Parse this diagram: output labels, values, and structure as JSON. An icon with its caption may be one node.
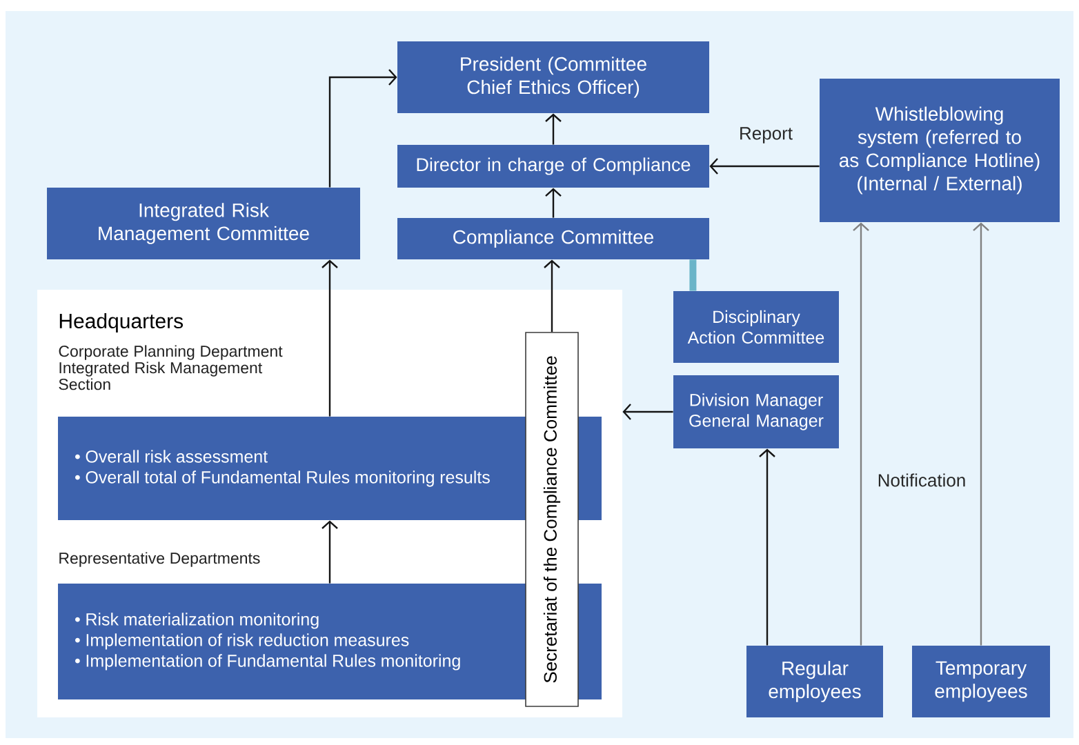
{
  "diagram": {
    "nodes": [
      {
        "text": [
          "President (Committee Chief Ethics Officer)"
        ]
      },
      {
        "text": [
          "Director in charge of Compliance"
        ]
      },
      {
        "text": [
          "Whistleblowing system (referred to as Compliance Hotline) (Internal / External)"
        ]
      },
      {
        "text": [
          "Integrated Risk Management Committee"
        ]
      },
      {
        "text": [
          "Compliance Committee"
        ]
      },
      {
        "text": [
          "Headquarters"
        ]
      },
      {
        "text": [
          "• Overall risk assessment",
          "• Overall total of Fundamental Rules monitoring results"
        ],
        "in": 5,
        "beside": [
          "Corporate Planning Department Integrated Risk Management Section"
        ]
      },
      {
        "text": [
          "• Risk materialization monitoring",
          "• Implementation of risk reduction measures",
          "• Implementation of Fundamental Rules monitoring"
        ],
        "in": 5,
        "beside": [
          "Representative Departments"
        ]
      },
      {
        "text": [
          "Secretariat of the Compliance Committee"
        ],
        "in": 5
      },
      {
        "text": [
          "Disciplinary Action Committee"
        ]
      },
      {
        "text": [
          "Division Manager General Manager"
        ]
      },
      {
        "text": [
          "Regular employees"
        ]
      },
      {
        "text": [
          "Temporary employees"
        ]
      }
    ],
    "edges": [
      {
        "from": 1,
        "to": 0,
        "arrow": "to"
      },
      {
        "from": 4,
        "to": 1,
        "arrow": "to"
      },
      {
        "from": 2,
        "to": 1,
        "arrow": "to",
        "label": "Report"
      },
      {
        "from": 3,
        "to": 0,
        "arrow": "to"
      },
      {
        "from": 6,
        "to": 3,
        "arrow": "to"
      },
      {
        "from": 7,
        "to": 6,
        "arrow": "to"
      },
      {
        "from": 8,
        "to": 4,
        "arrow": "to"
      },
      {
        "from": 10,
        "to": 5,
        "arrow": "to"
      },
      {
        "from": 11,
        "to": 10,
        "arrow": "to"
      },
      {
        "from": 11,
        "to": 2,
        "arrow": "to",
        "color": "#808080"
      },
      {
        "from": 12,
        "to": 2,
        "arrow": "to",
        "color": "#808080"
      },
      {
        "from": 4,
        "to": 9,
        "arrow": "none",
        "style": "thick",
        "color": "#6ab4c8"
      }
    ],
    "labels": [
      "Notification"
    ]
  }
}
